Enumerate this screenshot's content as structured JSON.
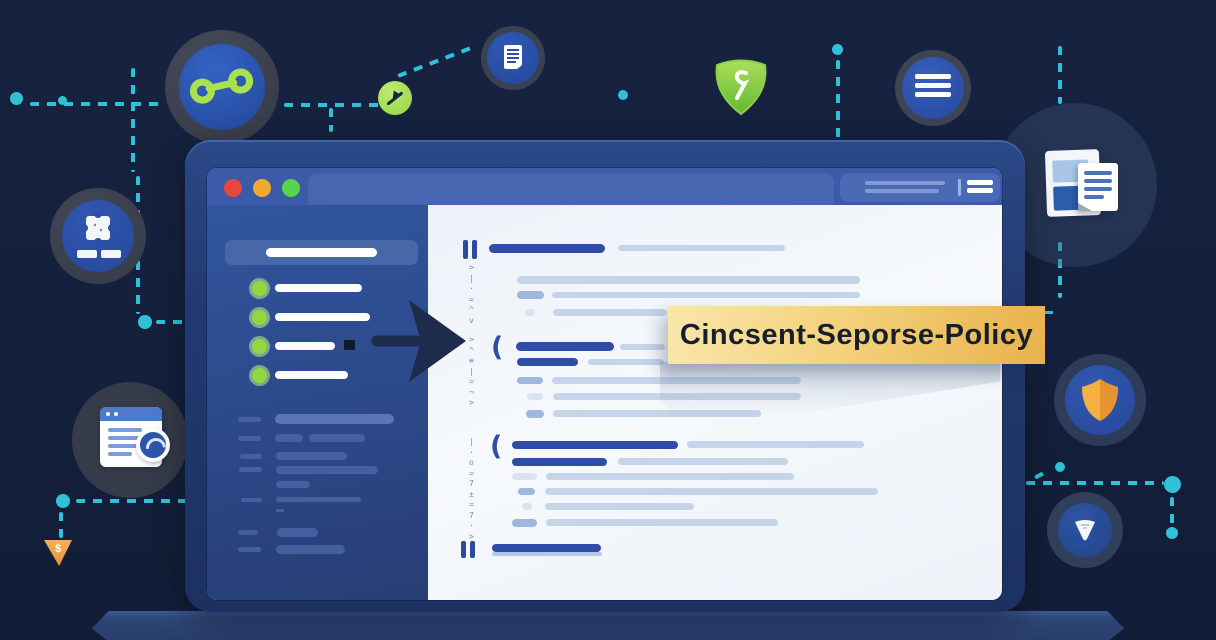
{
  "banner": {
    "label": "Cincsent-Seporse-Policy"
  },
  "gutter": {
    "top": ">|·=^v",
    "mid": ">^≡|=¬>",
    "bottom": "|·o=7±=7·>"
  },
  "colors": {
    "background": "#14203c",
    "dash_teal": "#2fc2d6",
    "banner_from": "#f9e6ab",
    "banner_to": "#e9b24c",
    "banner_text": "#161f2c",
    "accent_green": "#a4dd52",
    "accent_orange": "#f0a245",
    "window_header": "#3b5aa8",
    "sidebar": "#2e4f92",
    "content_bg": "#f0f4f9",
    "line_bold": "#2f4da6",
    "line_light": "#c6d4e9",
    "traffic_red": "#e8473f",
    "traffic_yellow": "#f0a832",
    "traffic_green": "#57d44c"
  },
  "icons": {
    "link": "chain-link",
    "flag": "flag-marker",
    "scroll": "document-scroll",
    "shield_bolt": "green-shield-with-bolt",
    "menu": "hamburger-menu",
    "documents": "overlapping-documents",
    "certificate": "certificate-stamp",
    "search_page": "webpage-with-magnifier",
    "dollar_triangle": "dollar-warning-triangle",
    "shield": "orange-shield",
    "shield_triangle": "triangle-shield",
    "arrow": "pointer-arrow"
  }
}
